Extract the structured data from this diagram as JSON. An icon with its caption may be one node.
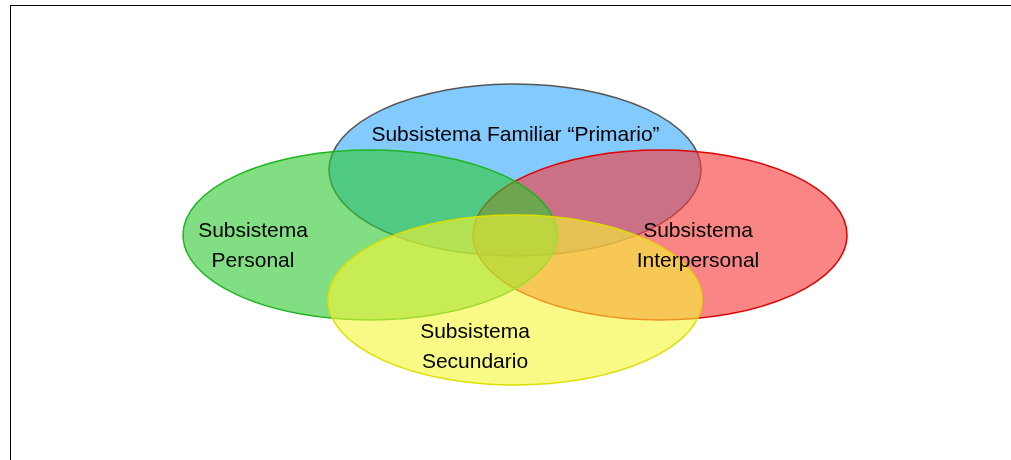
{
  "diagram": {
    "nodes": [
      {
        "text": [
          "Subsistema Familiar “Primario”"
        ]
      },
      {
        "text": [
          "Subsistema Personal"
        ]
      },
      {
        "text": [
          "Subsistema Interpersonal"
        ]
      },
      {
        "text": [
          "Subsistema Secundario"
        ]
      }
    ],
    "edges": []
  }
}
